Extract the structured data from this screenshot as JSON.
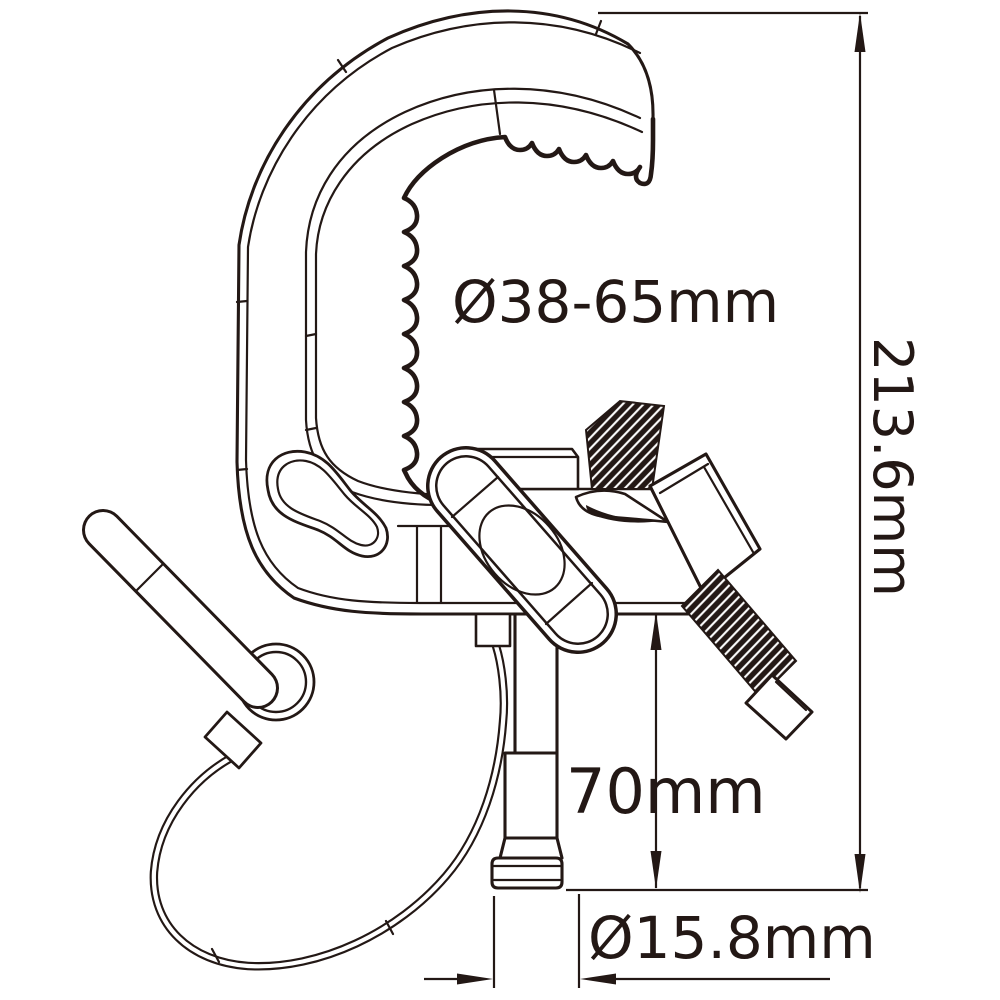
{
  "drawing": {
    "type": "technical-drawing",
    "subject": "hook clamp with spigot and safety cable",
    "view": "side elevation"
  },
  "dimensions": {
    "clamp_range": {
      "label": "Ø38-65mm",
      "orientation": "horizontal"
    },
    "overall_height": {
      "label": "213.6mm",
      "orientation": "vertical-rotated"
    },
    "spigot_length": {
      "label": "70mm",
      "orientation": "horizontal"
    },
    "spigot_diameter": {
      "label": "Ø15.8mm",
      "orientation": "horizontal"
    }
  },
  "colors": {
    "line": "#231815",
    "background": "#ffffff"
  },
  "parts": [
    "c-clamp-body",
    "serrated-jaw",
    "kidney-cutout",
    "mounting-boss",
    "wing-knob",
    "threaded-bolt",
    "trigger-block",
    "trigger-wedge",
    "bolt-tip",
    "spigot",
    "cable-tab",
    "safety-pin",
    "pin-ring",
    "cable-ferrule",
    "safety-cable"
  ]
}
